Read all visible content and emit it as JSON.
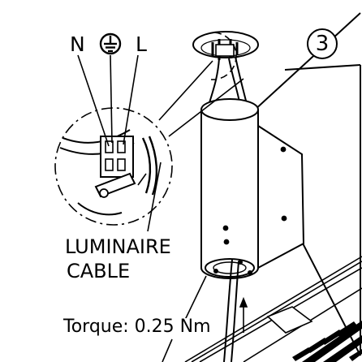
{
  "terminals": {
    "neutral": "N",
    "live": "L",
    "earth_symbol": "protective-earth-icon"
  },
  "step_number": "3",
  "cable_label": {
    "line1": "LUMINAIRE",
    "line2": "CABLE"
  },
  "torque_label": "Torque: 0.25 Nm",
  "colors": {
    "line": "#000000",
    "background": "#ffffff"
  }
}
